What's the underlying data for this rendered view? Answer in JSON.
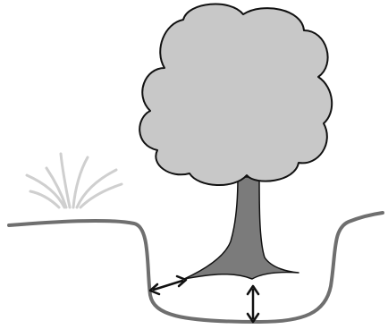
{
  "colors": {
    "background": "#ffffff",
    "canopy_fill": "#c8c8c8",
    "trunk_fill": "#7b7b7b",
    "ground_line": "#6f6f6f",
    "grass": "#cfcfcf",
    "outline": "#111111",
    "arrow": "#111111"
  },
  "icons": {
    "tree": "deciduous-tree",
    "grass": "grass-tuft",
    "side_arrow": "double-headed-arrow",
    "depth_arrow": "double-headed-arrow"
  }
}
